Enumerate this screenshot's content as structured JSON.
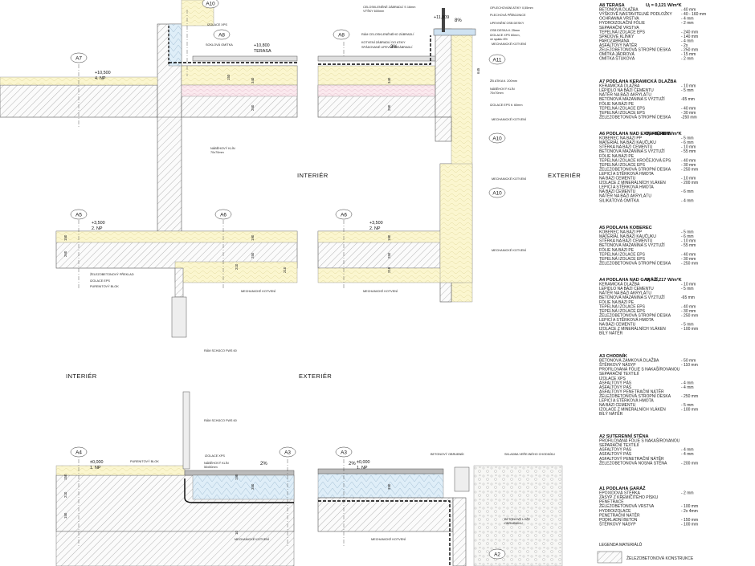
{
  "tags": {
    "A10_top": "A10",
    "A8_a": "A8",
    "A7": "A7",
    "A8_b": "A8",
    "A11": "A11",
    "A10_r1": "A10",
    "A10_r2": "A10",
    "A5": "A5",
    "A6_a": "A6",
    "A6_b": "A6",
    "A4": "A4",
    "A3_a": "A3",
    "A3_b": "A3",
    "A2": "A2"
  },
  "zones": {
    "interior_1": "INTERIÉR",
    "exterior_1": "EXTERIÉR",
    "interior_2": "INTERIÉR",
    "exterior_2": "EXTERIÉR"
  },
  "levels": {
    "l4_val": "+10,500",
    "l4_np": "4. NP",
    "terasa_val": "+10,800",
    "terasa_lbl": "TERASA",
    "parapet_val": "+11,809",
    "l2a_val": "+3,500",
    "l2a_np": "2. NP",
    "l2b_val": "+3,500",
    "l2b_np": "2. NP",
    "l1a_val": "±0,000",
    "l1a_np": "1. NP",
    "l1b_val": "±0,000",
    "l1b_np": "1. NP"
  },
  "slopes": {
    "roof": "3%",
    "parapet": "8%",
    "ground_left": "2%",
    "ground_right": "2%"
  },
  "dims": {
    "d150a": "150",
    "d340a": "340",
    "d250a": "250",
    "d340b": "340",
    "d250b": "250",
    "d645": "645",
    "d150c": "150",
    "d190a": "190",
    "d260a": "260",
    "d210a": "210",
    "d250c": "250",
    "d210b": "210",
    "d190b": "190",
    "d250d": "250",
    "d210c": "210",
    "d150d": "150",
    "d210d": "210",
    "d350": "350",
    "d190c": "190",
    "d150e": "150",
    "d10": "10",
    "d390": "390"
  },
  "annotations": {
    "izolace_xps_top": "IZOLACE XPS",
    "soklova_omitka": "SOKLOVÁ OMÍTKA",
    "nabehovy_klin_1": "NÁBĚHOVÝ KLÍN",
    "nabehovy_klin_1b": "70x70mm",
    "celoskl_1": "CELOSKLENĚNÉ ZÁBRADLÍ S 16mm",
    "celoskl_1b": "VÝŠKY 600mm",
    "ram_celoskl": "RÁM CELOSKLENĚNÉHO ZÁBRADLÍ",
    "kotveni_zabradli": "KOTVENÍ ZÁBRADLÍ DO ATIKY",
    "spadovane": "SPÁDOVANÉ UPEVNĚNÍ ZÁBRADLÍ",
    "oplechovani": "OPLECHOVÁNÍ ATIKY 0,55mm",
    "plechova_pribonka": "PLECHOVÁ PŘÍBOJNICE",
    "upevneni_osb": "UPEVNĚNÍ OSB DESKY",
    "osb_deska": "OSB DESKA tl. 25mm",
    "izolace_xps_60": "IZOLACE XPS 60mm,",
    "ve_spadu": "ve spádu 8%",
    "mech_kot_1": "MECHANICKÉ KOTVENÍ",
    "zb_atika": "ŽB ATIKA tl. 200mm",
    "nabehovy_klin_2": "NÁBĚHOVÝ KLÍN",
    "nabehovy_klin_2b": "70x70mm",
    "izolace_eps_60": "IZOLACE EPS tl. 60mm",
    "mech_kot_2": "MECHANICKÉ KOTVENÍ",
    "mech_kot_3": "MECHANICKÉ KOTVENÍ",
    "mech_kot_4": "MECHANICKÉ KOTVENÍ",
    "zb_pruvlak": "ŽELEZOBETONOVÝ PŘEKLAD",
    "izolace_eps": "IZOLACE EPS",
    "purenit_1": "PURENITOVÝ BLOK",
    "mech_kot_5": "MECHANICKÉ KOTVENÍ",
    "mech_kot_6": "MECHANICKÉ KOTVENÍ",
    "ram_schuco_1": "RÁM SCHÜCO FWS 60",
    "ram_schuco_2": "RÁM SCHÜCO FWS 60",
    "purenit_2": "PURENITOVÝ BLOK",
    "izolace_xps_3": "IZOLACE XPS",
    "nabehovy_klin_3": "NÁBĚHOVÝ KLÍN",
    "nabehovy_klin_3b": "50x50mm",
    "mech_kot_7": "MECHANICKÉ KOTVENÍ",
    "mech_kot_8": "MECHANICKÉ KOTVENÍ",
    "betonovy_obrubnik": "BETONOVÝ OBRUBNÍK",
    "skladba_chodniku": "SKLADBA VEŘEJNÉHO CHODNÍKU",
    "betonove_loze": "BETONOVÉ LOŽE",
    "obrubniku": "OBRUBNÍKU"
  },
  "legend": {
    "sections": [
      {
        "head": "A8 TERASA",
        "u": "Uⱼ = 0,121 W/m²K",
        "rows": [
          [
            "BETONOVÁ DLAŽBA",
            "- 40 mm"
          ],
          [
            "VÝŠKOVĚ NASTAVITELNÉ PODLOŽKY",
            "- 40 - 160 mm"
          ],
          [
            "OCHRANNÁ VRSTVA",
            "- 4 mm"
          ],
          [
            "HYDROIZOLAČNÍ FÓLIE",
            "- 2 mm"
          ],
          [
            "SEPARAČNÍ VRSTVA",
            ""
          ],
          [
            "TEPELNÁ IZOLACE EPS",
            "- 240 mm"
          ],
          [
            "SPÁDOVÉ KLÍNKY",
            "- 140 mm"
          ],
          [
            "PAROZÁBRANA",
            "- 4 mm"
          ],
          [
            "ASFALTOVÝ NÁTĚR",
            "- 2x"
          ],
          [
            "ŽELEZOBETONOVÁ STROPNÍ DESKA",
            "- 250 mm"
          ],
          [
            "OMÍTKA JÁDROVÁ",
            "- 15 mm"
          ],
          [
            "OMÍTKA ŠTUKOVÁ",
            "- 2 mm"
          ]
        ]
      },
      {
        "head": "A7 PODLAHA KERAMICKÁ DLAŽBA",
        "u": "",
        "rows": [
          [
            "KERAMICKÁ DLAŽBA",
            "- 10 mm"
          ],
          [
            "LEPIDLO NA BÁZI CEMENTU",
            "- 5 mm"
          ],
          [
            "NÁTĚR NA BÁZI AKRYLÁTU",
            ""
          ],
          [
            "BETONOVÁ MAZANINA S VÝZTUŽÍ",
            "-65 mm"
          ],
          [
            "FÓLIE NA BÁZI PE",
            ""
          ],
          [
            "TEPELNÁ IZOLACE EPS",
            "- 40 mm"
          ],
          [
            "TEPELNÁ IZOLACE EPS",
            "- 30 mm"
          ],
          [
            "ŽELEZOBETONOVÁ STROPNÍ DESKA",
            "-250 mm"
          ]
        ]
      },
      {
        "head": "A6 PODLAHA NAD EXTERIÉREM",
        "u": "Uⱼ = 0,148 W/m²K",
        "rows": [
          [
            "KOBEREC NA BÁZI PP",
            "- 5 mm"
          ],
          [
            "MATERIÁL NA BÁZI KAUČUKU",
            "- 6 mm"
          ],
          [
            "STĚRKA NA BÁZI CEMENTU",
            "- 10 mm"
          ],
          [
            "BETONOVÁ MAZANINA S VÝZTUŽÍ",
            "- 55 mm"
          ],
          [
            "FÓLIE NA BÁZI PE",
            ""
          ],
          [
            "TEPELNÁ IZOLACE KROČEJOVÁ EPS",
            "- 40 mm"
          ],
          [
            "TEPELNÁ IZOLACE EPS",
            "- 30 mm"
          ],
          [
            "ŽELEZOBETONOVÁ STROPNÍ DESKA",
            "- 250 mm"
          ],
          [
            "LEPICÍ A STĚRKOVÁ HMOTA",
            ""
          ],
          [
            "NA BÁZI CEMENTU",
            "- 10 mm"
          ],
          [
            "IZOLACE Z MINERÁLNÍCH VLÁKEN",
            "- 200 mm"
          ],
          [
            "LEPICÍ A STĚRKOVÁ HMOTA",
            ""
          ],
          [
            "NA BÁZI CEMENTU",
            "- 6 mm"
          ],
          [
            "NÁTĚR NA BÁZI AKRYLÁTU",
            ""
          ],
          [
            "SILIKÁTOVÁ OMÍTKA",
            "- 4 mm"
          ]
        ]
      },
      {
        "head": "A5 PODLAHA KOBEREC",
        "u": "",
        "rows": [
          [
            "KOBEREC NA BÁZI PP",
            "- 5 mm"
          ],
          [
            "MATERIÁL NA BÁZI KAUČUKU",
            "- 6 mm"
          ],
          [
            "STĚRKA NA BÁZI CEMENTU",
            "- 10 mm"
          ],
          [
            "BETONOVÁ MAZANINA S VÝZTUŽÍ",
            "- 55 mm"
          ],
          [
            "FÓLIE NA BÁZI PE",
            ""
          ],
          [
            "TEPELNÁ IZOLACE EPS",
            "- 40 mm"
          ],
          [
            "TEPELNÁ IZOLACE EPS",
            "- 30 mm"
          ],
          [
            "ŽELEZOBETONOVÁ STROPNÍ DESKA",
            "- 250 mm"
          ]
        ]
      },
      {
        "head": "A4 PODLAHA NAD GARÁŽÍ",
        "u": "Uⱼ = 0,217 W/m²K",
        "rows": [
          [
            "KERAMICKÁ DLAŽBA",
            "- 10 mm"
          ],
          [
            "LEPIDLO NA BÁZI CEMENTU",
            "- 5 mm"
          ],
          [
            "NÁTĚR NA BÁZI AKRYLÁTU",
            ""
          ],
          [
            "BETONOVÁ MAZANINA S VÝZTUŽÍ",
            "-65 mm"
          ],
          [
            "FÓLIE NA BÁZI PE",
            ""
          ],
          [
            "TEPELNÁ IZOLACE EPS",
            "- 40 mm"
          ],
          [
            "TEPELNÁ IZOLACE EPS",
            "- 30 mm"
          ],
          [
            "ŽELEZOBETONOVÁ STROPNÍ DESKA",
            "- 250 mm"
          ],
          [
            "LEPICÍ A STĚRKOVÁ HMOTA",
            ""
          ],
          [
            "NA BÁZI CEMENTU",
            "- 5 mm"
          ],
          [
            "IZOLACE Z MINERÁLNÍCH VLÁKEN",
            "- 100 mm"
          ],
          [
            "BÍLÝ NÁTĚR",
            ""
          ]
        ]
      },
      {
        "head": "A3 CHODNÍK",
        "u": "",
        "rows": [
          [
            "BETONOVÁ ZÁMKOVÁ DLAŽBA",
            "- 50 mm"
          ],
          [
            "ŠTĚRKOVÝ NÁSYP",
            "- 110 mm"
          ],
          [
            "PROFILOVANÁ FÓLIE S NAKAŠÍROVANOU",
            ""
          ],
          [
            "SEPARAČNÍ TEXTILIÍ",
            ""
          ],
          [
            "IZOLACE XPS",
            ""
          ],
          [
            "ASFALTOVÝ PÁS",
            "- 4 mm"
          ],
          [
            "ASFALTOVÝ PÁS",
            "- 4 mm"
          ],
          [
            "ASFALTOVÝ PENETRAČNÍ NÁTĚR",
            ""
          ],
          [
            "ŽELEZOBETONOVÁ STROPNÍ DESKA",
            "- 250 mm"
          ],
          [
            "LEPICÍ A STĚRKOVÁ HMOTA",
            ""
          ],
          [
            "NA BÁZI CEMENTU",
            "- 5 mm"
          ],
          [
            "IZOLACE Z MINERÁLNÍCH VLÁKEN",
            "- 100 mm"
          ],
          [
            "BÍLÝ NÁTĚR",
            ""
          ]
        ]
      },
      {
        "head": "A2 SUTERENNÍ STĚNA",
        "u": "",
        "rows": [
          [
            "PROFILOVANÁ FÓLIE S NAKAŠÍROVANOU",
            ""
          ],
          [
            "SEPARAČNÍ TEXTILIÍ",
            ""
          ],
          [
            "ASFALTOVÝ PÁS",
            "- 4 mm"
          ],
          [
            "ASFALTOVÝ PÁS",
            "- 4 mm"
          ],
          [
            "ASFALTOVÝ PENETRAČNÍ NÁTĚR",
            ""
          ],
          [
            "ŽELEZOBETONOVÁ NOSNÁ STĚNA",
            "- 200 mm"
          ]
        ]
      },
      {
        "head": "A1 PODLAHA GARÁŽ",
        "u": "",
        "rows": [
          [
            "EPOXIDOVÁ STĚRKA",
            "- 2 mm"
          ],
          [
            "ZÁSYP Z KŘEMIČITÉHO PÍSKU",
            ""
          ],
          [
            "PENETRACE",
            ""
          ],
          [
            "ŽELEZOBETONOVÁ VRSTVA",
            "- 100 mm"
          ],
          [
            "HYDROIZOLACE",
            "- 2x 4mm"
          ],
          [
            "PENETRAČNÍ NÁTĚR",
            ""
          ],
          [
            "PODKLADNÍ BETON",
            "- 150 mm"
          ],
          [
            "ŠTĚRKOVÝ NÁSYP",
            "- 100 mm"
          ]
        ]
      }
    ],
    "legend_title": "LEGENDA MATERIÁLŮ",
    "legend_item": "ŽELEZOBETONOVÁ KONSTRUKCE"
  }
}
